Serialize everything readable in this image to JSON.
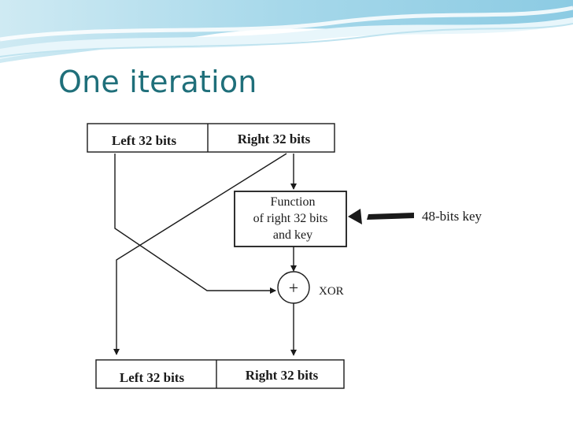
{
  "slide": {
    "title": "One iteration"
  },
  "diagram": {
    "top_left_box": "Left 32 bits",
    "top_right_box": "Right 32 bits",
    "function_box": [
      "Function",
      "of right 32 bits",
      "and key"
    ],
    "key_input": "48-bits key",
    "xor_symbol": "+",
    "xor_label": "XOR",
    "bottom_left_box": "Left 32 bits",
    "bottom_right_box": "Right 32 bits"
  }
}
